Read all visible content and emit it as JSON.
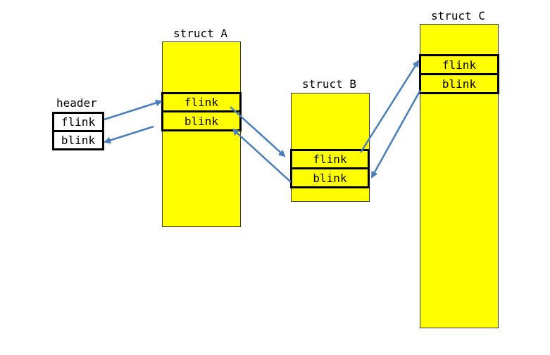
{
  "colors": {
    "struct_fill": "#ffff00",
    "header_fill": "#ffffff",
    "arrow": "#4a7ebb",
    "border": "#000000"
  },
  "header": {
    "title": "header",
    "flink": "flink",
    "blink": "blink"
  },
  "structs": [
    {
      "title": "struct A",
      "flink": "flink",
      "blink": "blink"
    },
    {
      "title": "struct B",
      "flink": "flink",
      "blink": "blink"
    },
    {
      "title": "struct C",
      "flink": "flink",
      "blink": "blink"
    }
  ]
}
